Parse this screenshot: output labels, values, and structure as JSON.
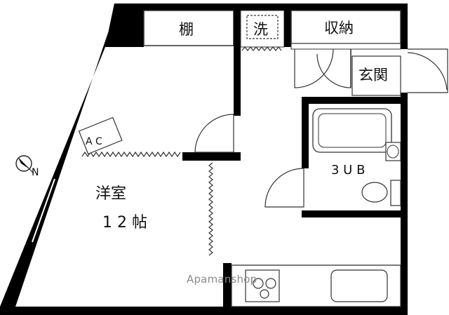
{
  "labels": {
    "shelf": "棚",
    "washer": "洗",
    "storage": "収納",
    "entrance": "玄関",
    "ac": "A C",
    "bath": "3 U B",
    "room_name": "洋室",
    "room_size": "1 2 帖",
    "compass_mark": "N",
    "watermark": "Apamanshop"
  },
  "colors": {
    "wall": "#000000",
    "line": "#222222",
    "background": "#ffffff",
    "watermark": "#8a8a8a"
  }
}
